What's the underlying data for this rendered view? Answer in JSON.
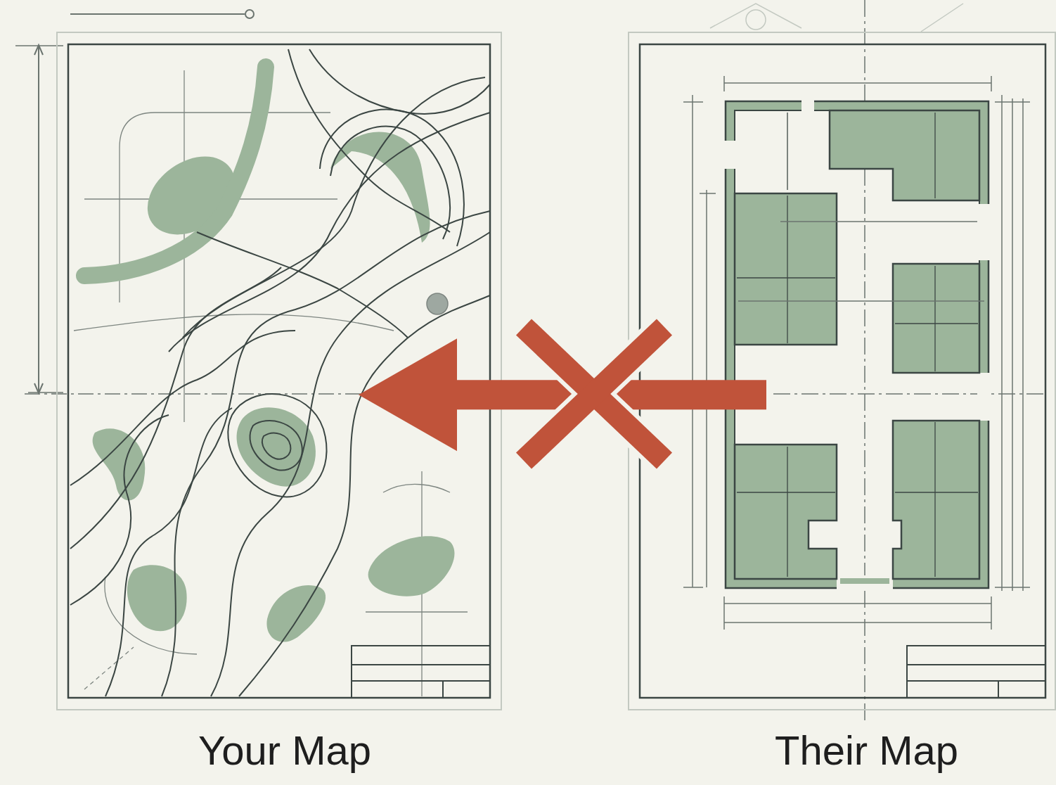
{
  "diagram": {
    "nodes": [
      {
        "text": [
          "Your Map"
        ]
      },
      {
        "text": [
          "Their Map"
        ]
      }
    ],
    "edges": [
      {
        "from": 1,
        "to": 0,
        "arrow": "to"
      }
    ]
  }
}
